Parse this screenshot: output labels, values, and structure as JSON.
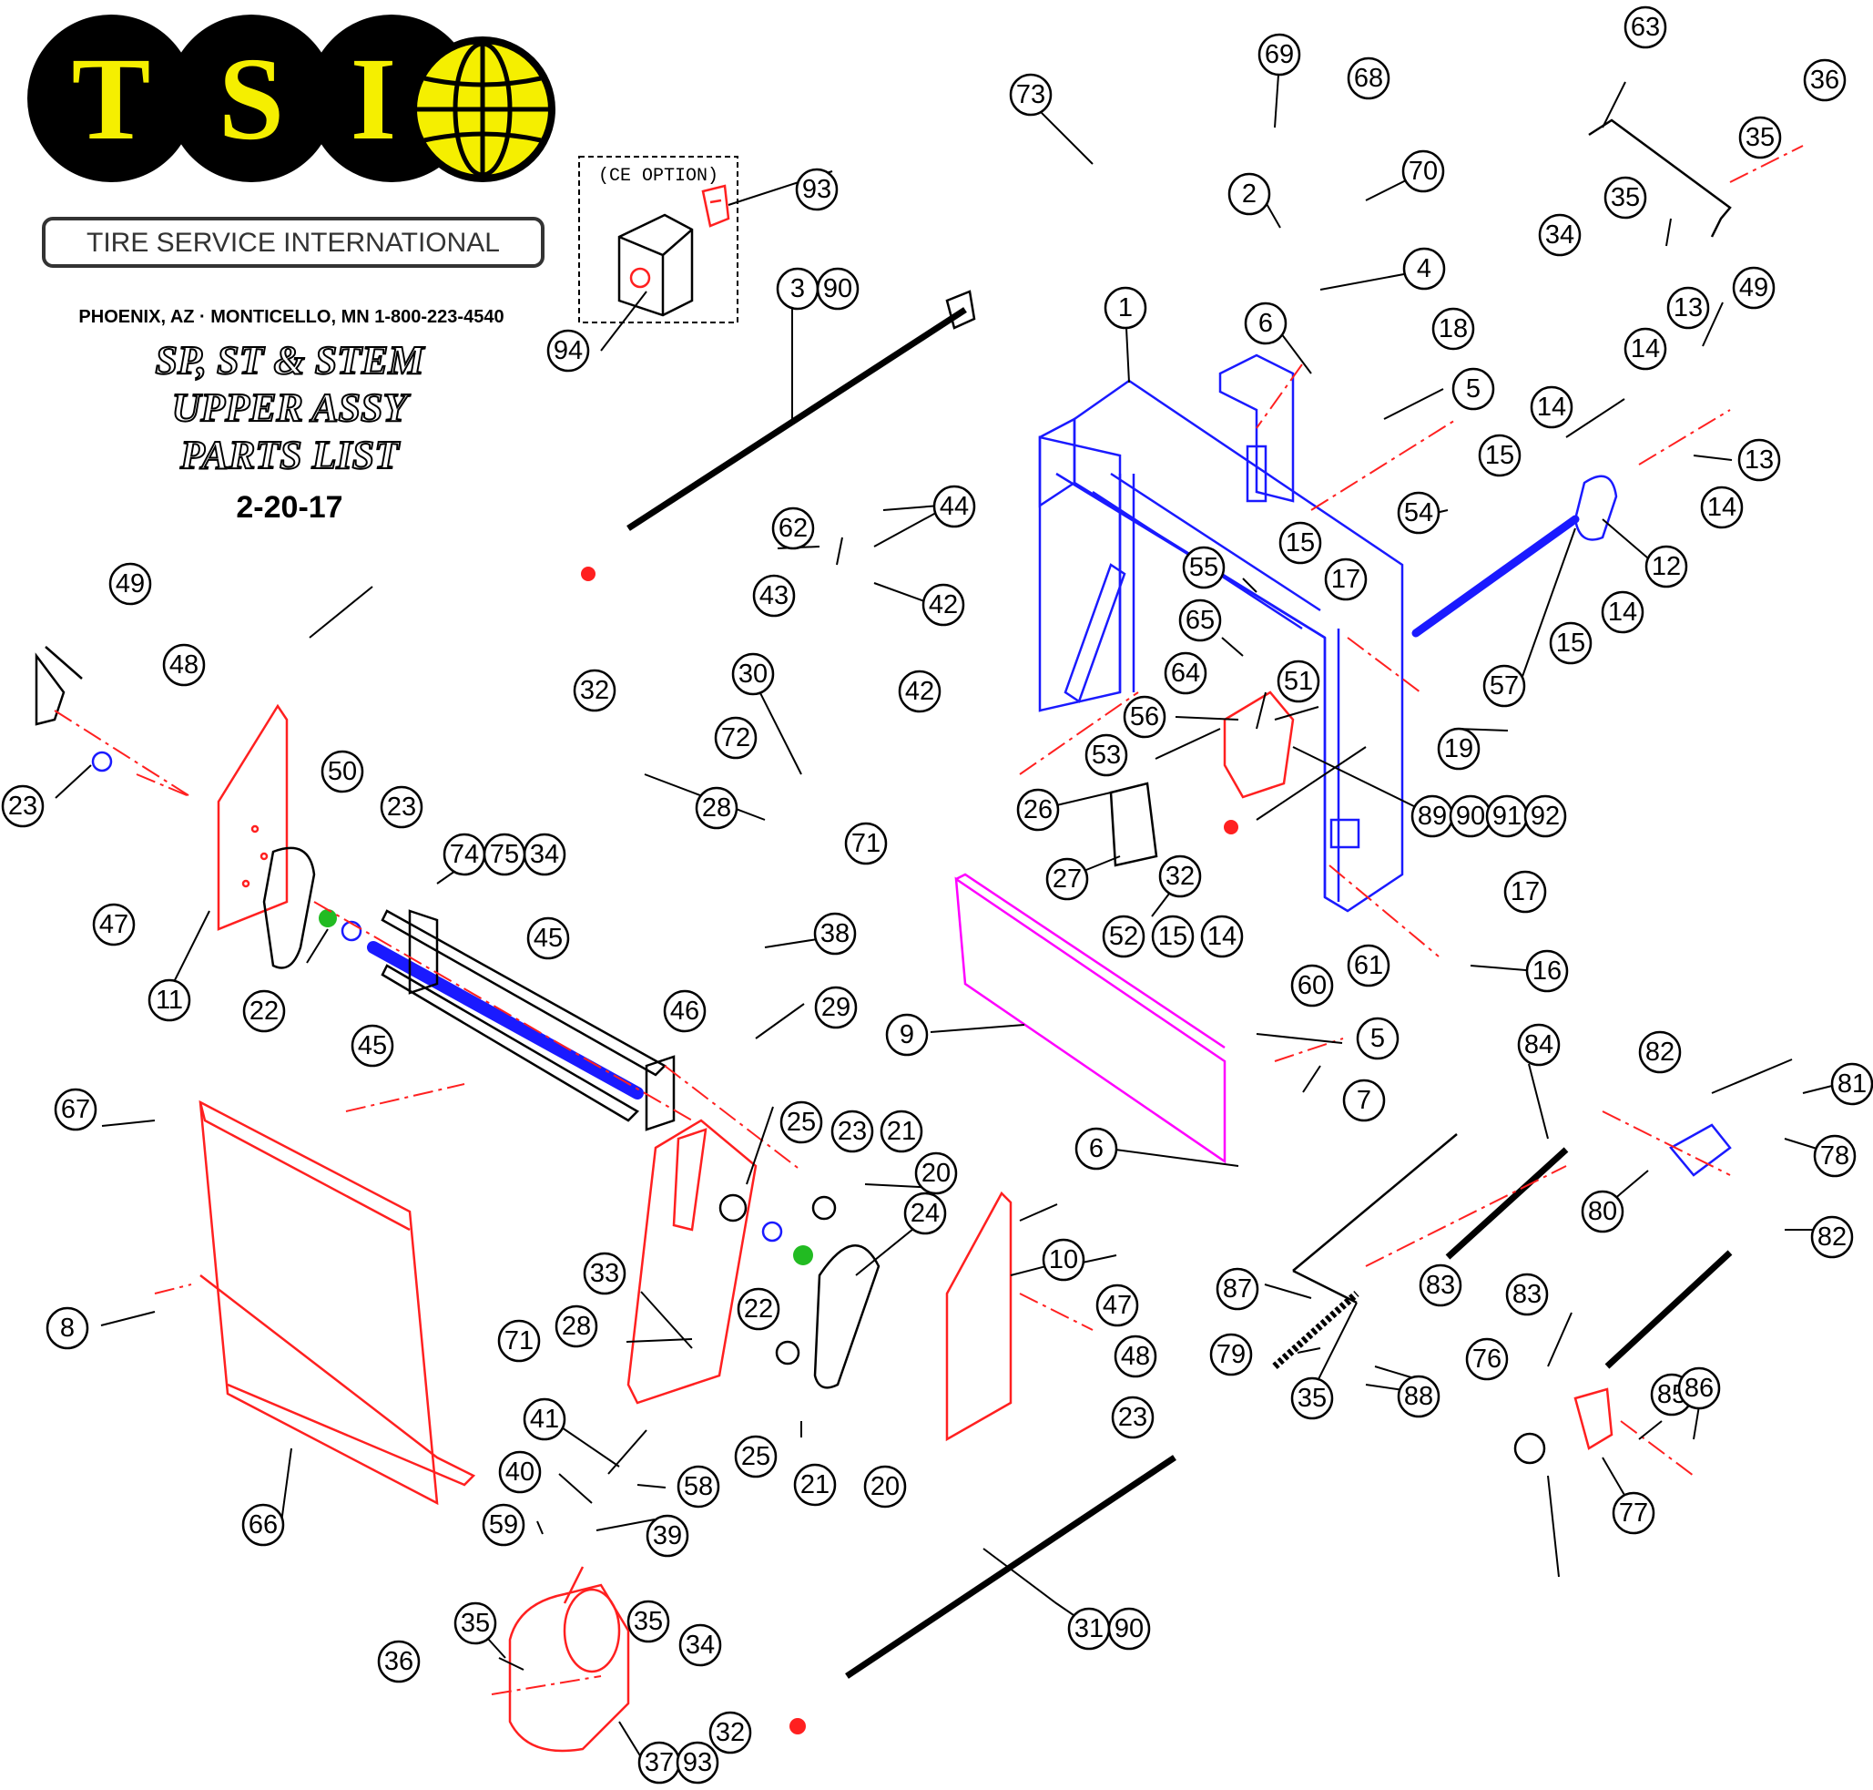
{
  "brand": {
    "letters": [
      "T",
      "S",
      "I"
    ],
    "company": "TIRE SERVICE INTERNATIONAL",
    "contact": "PHOENIX, AZ · MONTICELLO, MN   1-800-223-4540",
    "colors": {
      "yellow": "#f5ef00",
      "black": "#000000"
    }
  },
  "title": {
    "line1": "SP, ST & STEM",
    "line2": "UPPER ASSY",
    "line3": "PARTS LIST",
    "date": "2-20-17"
  },
  "ce_option": {
    "label": "(CE OPTION)"
  },
  "part_labels": [
    "1",
    "2",
    "3",
    "90",
    "4",
    "5",
    "6",
    "7",
    "8",
    "9",
    "10",
    "11",
    "12",
    "13",
    "14",
    "15",
    "16",
    "17",
    "18",
    "19",
    "20",
    "21",
    "22",
    "23",
    "24",
    "25",
    "26",
    "27",
    "28",
    "29",
    "30",
    "31",
    "32",
    "33",
    "34",
    "35",
    "36",
    "37",
    "38",
    "39",
    "40",
    "41",
    "42",
    "43",
    "44",
    "45",
    "46",
    "47",
    "48",
    "49",
    "50",
    "51",
    "52",
    "53",
    "54",
    "55",
    "56",
    "57",
    "58",
    "59",
    "60",
    "61",
    "62",
    "63",
    "64",
    "65",
    "66",
    "67",
    "68",
    "69",
    "70",
    "71",
    "72",
    "73",
    "74",
    "75",
    "76",
    "77",
    "78",
    "79",
    "80",
    "81",
    "82",
    "83",
    "84",
    "85",
    "86",
    "87",
    "88",
    "89",
    "91",
    "92",
    "93",
    "94"
  ],
  "colors": {
    "frame": "#1a1aff",
    "panel": "#ff2020",
    "slide": "#ff00ff",
    "bubble_border": "#000000"
  }
}
